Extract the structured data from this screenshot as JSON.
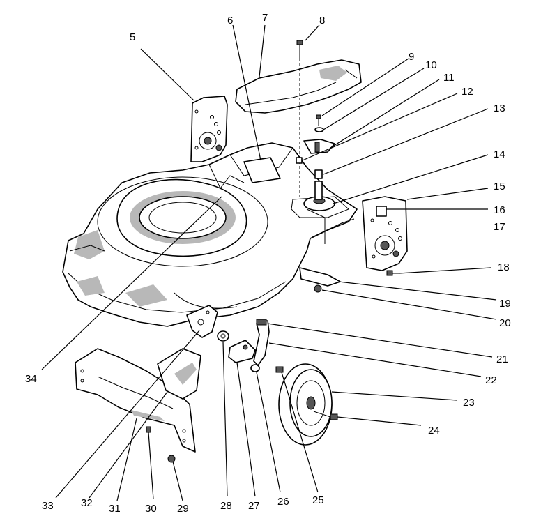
{
  "diagram": {
    "callouts": [
      {
        "id": "5",
        "label": "5"
      },
      {
        "id": "6",
        "label": "6"
      },
      {
        "id": "7",
        "label": "7"
      },
      {
        "id": "8",
        "label": "8"
      },
      {
        "id": "9",
        "label": "9"
      },
      {
        "id": "10",
        "label": "10"
      },
      {
        "id": "11",
        "label": "11"
      },
      {
        "id": "12",
        "label": "12"
      },
      {
        "id": "13",
        "label": "13"
      },
      {
        "id": "14",
        "label": "14"
      },
      {
        "id": "15",
        "label": "15"
      },
      {
        "id": "16",
        "label": "16"
      },
      {
        "id": "17",
        "label": "17"
      },
      {
        "id": "18",
        "label": "18"
      },
      {
        "id": "19",
        "label": "19"
      },
      {
        "id": "20",
        "label": "20"
      },
      {
        "id": "21",
        "label": "21"
      },
      {
        "id": "22",
        "label": "22"
      },
      {
        "id": "23",
        "label": "23"
      },
      {
        "id": "24",
        "label": "24"
      },
      {
        "id": "25",
        "label": "25"
      },
      {
        "id": "26",
        "label": "26"
      },
      {
        "id": "27",
        "label": "27"
      },
      {
        "id": "28",
        "label": "28"
      },
      {
        "id": "29",
        "label": "29"
      },
      {
        "id": "30",
        "label": "30"
      },
      {
        "id": "31",
        "label": "31"
      },
      {
        "id": "32",
        "label": "32"
      },
      {
        "id": "33",
        "label": "33"
      },
      {
        "id": "34",
        "label": "34"
      }
    ]
  }
}
